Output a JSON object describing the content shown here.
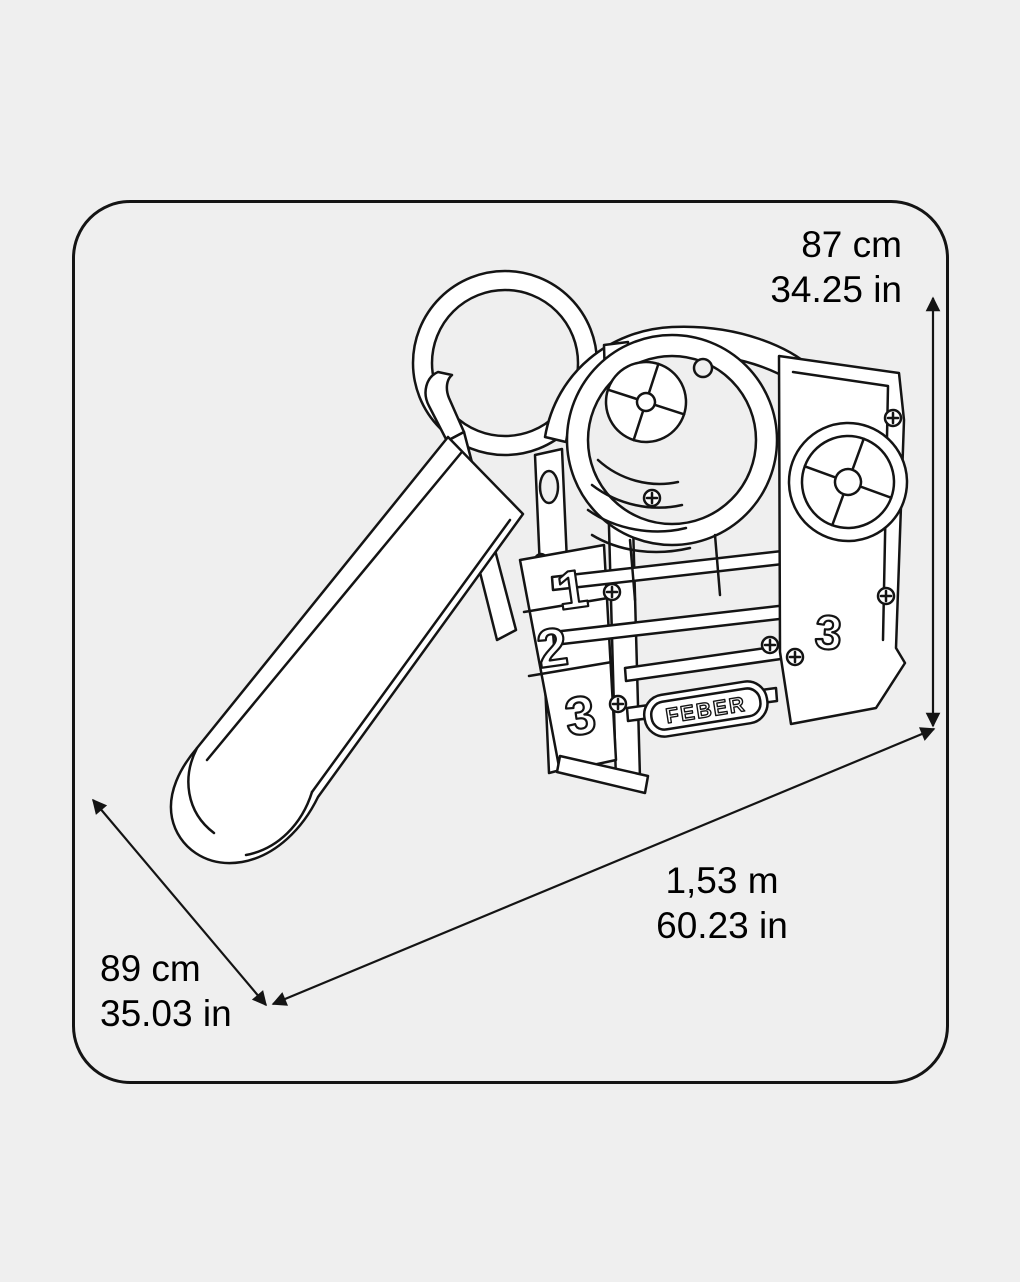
{
  "page": {
    "background_color": "#efefef",
    "line_color": "#141414",
    "fill_color": "#ffffff"
  },
  "labels": {
    "height_metric": "87 cm",
    "height_imperial": "34.25 in",
    "length_metric": "1,53 m",
    "length_imperial": "60.23 in",
    "depth_metric": "89 cm",
    "depth_imperial": "35.03 in"
  },
  "drawing": {
    "brand": "FEBER",
    "step_digits": [
      "1",
      "2",
      "3"
    ],
    "panel_digit": "3"
  }
}
